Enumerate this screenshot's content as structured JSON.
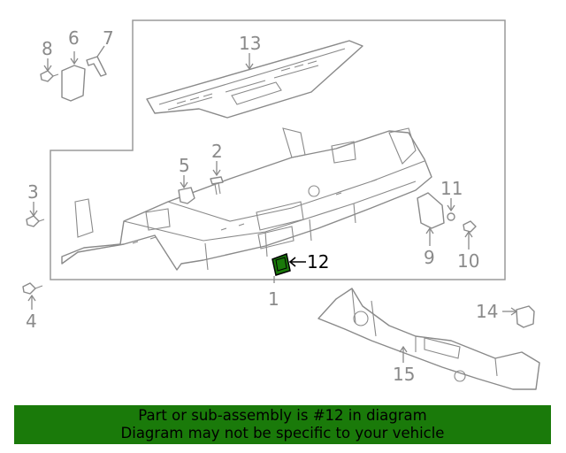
{
  "callouts": {
    "c1": "1",
    "c2": "2",
    "c3": "3",
    "c4": "4",
    "c5": "5",
    "c6": "6",
    "c7": "7",
    "c8": "8",
    "c9": "9",
    "c10": "10",
    "c11": "11",
    "c12": "12",
    "c13": "13",
    "c14": "14",
    "c15": "15"
  },
  "banner": {
    "line1": "Part or sub-assembly is #12 in diagram",
    "line2": "Diagram may not be specific to your vehicle"
  },
  "colors": {
    "banner_bg": "#1a7a0a",
    "part_line": "#8a8a8a",
    "highlight": "#000000"
  }
}
